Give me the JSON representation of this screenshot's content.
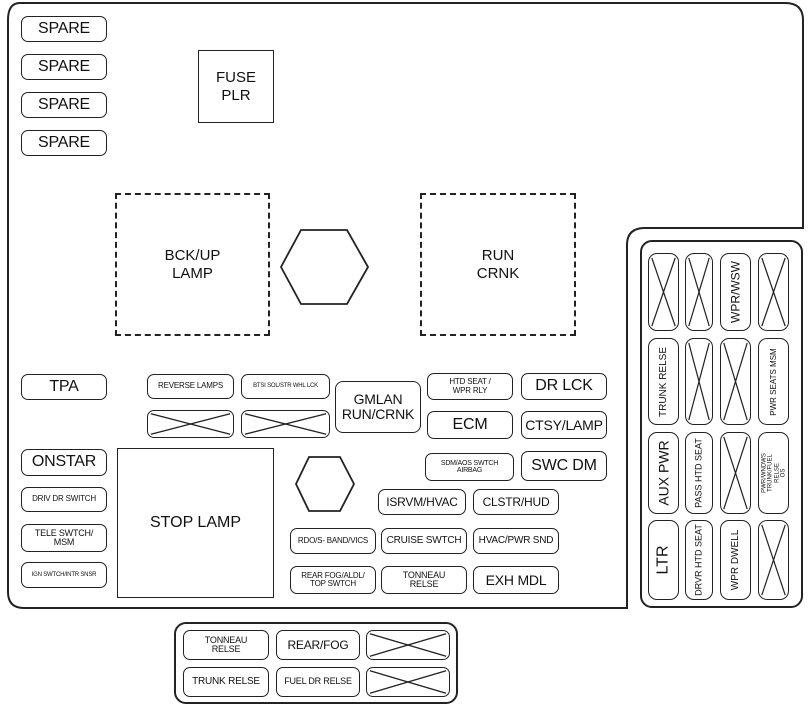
{
  "main_box": {
    "spares": [
      "SPARE",
      "SPARE",
      "SPARE",
      "SPARE"
    ],
    "fuse_puller": "FUSE\nPLR",
    "relays": {
      "backup_lamp": "BCK/UP\nLAMP",
      "run_crank": "RUN\nCRNK",
      "stop_lamp": "STOP LAMP"
    },
    "fuses": {
      "tpa": "TPA",
      "reverse_lamps": "REVERSE LAMPS",
      "btsi": "BTSI SOL/STR WHL LCK",
      "gmlan": "GMLAN\nRUN/CRNK",
      "htd_seat_wpr": "HTD SEAT /\nWPR RLY",
      "dr_lck": "DR LCK",
      "ecm": "ECM",
      "ctsy_lamp": "CTSY/LAMP",
      "onstar": "ONSTAR",
      "sdm_aos": "SDM/AOS SWTCH\nAIRBAG",
      "swc_dm": "SWC DM",
      "driv_dr_switch": "DRIV DR SWITCH",
      "isrvm_hvac": "ISRVM/HVAC",
      "clstr_hud": "CLSTR/HUD",
      "tele_switch": "TELE SWTCH/\nMSM",
      "rdo": "RDO/S- BAND/VICS",
      "cruise": "CRUISE SWTCH",
      "hvac_pwr_snd": "HVAC/PWR SND",
      "ign_switch": "IGN SWTCH/INTR SNSR",
      "rear_fog_aldl": "REAR FOG/ALDL/\nTOP SWTCH",
      "tonneau_relse": "TONNEAU\nRELSE",
      "exh_mdl": "EXH MDL"
    }
  },
  "right_box": {
    "wpr_wsw": "WPR/WSW",
    "trunk_relse": "TRUNK RELSE",
    "pwr_seats_msm": "PWR SEATS MSM",
    "aux_pwr": "AUX PWR",
    "pass_htd_seat": "PASS HTD SEAT",
    "pwr_windows": "PWR/WNDWS\nTRUNK/FUEL RELSE\nOS",
    "ltr": "LTR",
    "drvr_htd_seat": "DRVR HTD SEAT",
    "wpr_dwell": "WPR DWELL"
  },
  "bottom_box": {
    "tonneau_relse": "TONNEAU\nRELSE",
    "rear_fog": "REAR/FOG",
    "trunk_relse": "TRUNK RELSE",
    "fuel_dr_relse": "FUEL DR RELSE"
  }
}
